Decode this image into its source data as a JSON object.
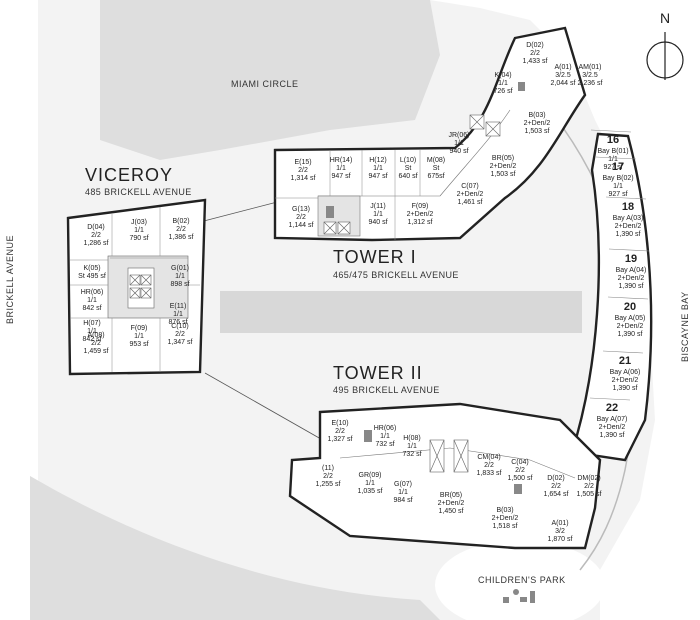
{
  "labels": {
    "miami_circle": "MIAMI CIRCLE",
    "brickell_avenue": "BRICKELL AVENUE",
    "biscayne_bay": "BISCAYNE BAY",
    "childrens_park": "CHILDREN'S PARK",
    "north": "N"
  },
  "viceroy": {
    "name": "VICEROY",
    "address": "485 BRICKELL AVENUE"
  },
  "tower1": {
    "name": "TOWER I",
    "address": "465/475 BRICKELL AVENUE"
  },
  "tower2": {
    "name": "TOWER II",
    "address": "495 BRICKELL AVENUE"
  },
  "viceroy_units": [
    {
      "lines": [
        "D(04)",
        "2/2",
        "1,286 sf"
      ]
    },
    {
      "lines": [
        "J(03)",
        "1/1",
        "790 sf"
      ]
    },
    {
      "lines": [
        "B(02)",
        "2/2",
        "1,386 sf"
      ]
    },
    {
      "lines": [
        "K(05)",
        "St 495 sf"
      ]
    },
    {
      "lines": [
        "G(01)",
        "1/1",
        "898 sf"
      ]
    },
    {
      "lines": [
        "HR(06)",
        "1/1",
        "842 sf"
      ]
    },
    {
      "lines": [
        "H(07)",
        "1/1",
        "842 sf"
      ]
    },
    {
      "lines": [
        "E(11)",
        "1/1",
        "876 sf"
      ]
    },
    {
      "lines": [
        "A(08)",
        "2/2",
        "1,459 sf"
      ]
    },
    {
      "lines": [
        "F(09)",
        "1/1",
        "953 sf"
      ]
    },
    {
      "lines": [
        "C(10)",
        "2/2",
        "1,347 sf"
      ]
    }
  ],
  "tower1_units": [
    {
      "lines": [
        "E(15)",
        "2/2",
        "1,314 sf"
      ]
    },
    {
      "lines": [
        "HR(14)",
        "1/1",
        "947 sf"
      ]
    },
    {
      "lines": [
        "H(12)",
        "1/1",
        "947 sf"
      ]
    },
    {
      "lines": [
        "L(10)",
        "St",
        "640 sf"
      ]
    },
    {
      "lines": [
        "M(08)",
        "St",
        "675sf"
      ]
    },
    {
      "lines": [
        "G(13)",
        "2/2",
        "1,144 sf"
      ]
    },
    {
      "lines": [
        "J(11)",
        "1/1",
        "940 sf"
      ]
    },
    {
      "lines": [
        "F(09)",
        "2+Den/2",
        "1,312 sf"
      ]
    },
    {
      "lines": [
        "JR(06)",
        "1/1",
        "940 sf"
      ]
    },
    {
      "lines": [
        "C(07)",
        "2+Den/2",
        "1,461 sf"
      ]
    },
    {
      "lines": [
        "BR(05)",
        "2+Den/2",
        "1,503 sf"
      ]
    },
    {
      "lines": [
        "B(03)",
        "2+Den/2",
        "1,503 sf"
      ]
    },
    {
      "lines": [
        "K(04)",
        "1/1",
        "726 sf"
      ]
    },
    {
      "lines": [
        "D(02)",
        "2/2",
        "1,433 sf"
      ]
    },
    {
      "lines": [
        "A(01)",
        "3/2.5",
        "2,044 sf"
      ]
    },
    {
      "lines": [
        "AM(01)",
        "3/2.5",
        "2,236 sf"
      ]
    }
  ],
  "tower2_units": [
    {
      "lines": [
        "E(10)",
        "2/2",
        "1,327 sf"
      ]
    },
    {
      "lines": [
        "HR(06)",
        "1/1",
        "732 sf"
      ]
    },
    {
      "lines": [
        "H(08)",
        "1/1",
        "732 sf"
      ]
    },
    {
      "lines": [
        "(11)",
        "2/2",
        "1,255 sf"
      ]
    },
    {
      "lines": [
        "GR(09)",
        "1/1",
        "1,035 sf"
      ]
    },
    {
      "lines": [
        "G(07)",
        "1/1",
        "984 sf"
      ]
    },
    {
      "lines": [
        "BR(05)",
        "2+Den/2",
        "1,450 sf"
      ]
    },
    {
      "lines": [
        "B(03)",
        "2+Den/2",
        "1,518 sf"
      ]
    },
    {
      "lines": [
        "CM(04)",
        "2/2",
        "1,833 sf"
      ]
    },
    {
      "lines": [
        "C(04)",
        "2/2",
        "1,500 sf"
      ]
    },
    {
      "lines": [
        "D(02)",
        "2/2",
        "1,654 sf"
      ]
    },
    {
      "lines": [
        "DM(02)",
        "2/2",
        "1,505 sf"
      ]
    },
    {
      "lines": [
        "A(01)",
        "3/2",
        "1,870 sf"
      ]
    }
  ],
  "bay_units": [
    {
      "floor": "16",
      "lines": [
        "Bay B(01)",
        "1/1",
        "927 sf"
      ]
    },
    {
      "floor": "17",
      "lines": [
        "Bay B(02)",
        "1/1",
        "927 sf"
      ]
    },
    {
      "floor": "18",
      "lines": [
        "Bay A(03)",
        "2+Den/2",
        "1,390 sf"
      ]
    },
    {
      "floor": "19",
      "lines": [
        "Bay A(04)",
        "2+Den/2",
        "1,390 sf"
      ]
    },
    {
      "floor": "20",
      "lines": [
        "Bay A(05)",
        "2+Den/2",
        "1,390 sf"
      ]
    },
    {
      "floor": "21",
      "lines": [
        "Bay A(06)",
        "2+Den/2",
        "1,390 sf"
      ]
    },
    {
      "floor": "22",
      "lines": [
        "Bay A(07)",
        "2+Den/2",
        "1,390 sf"
      ]
    }
  ]
}
